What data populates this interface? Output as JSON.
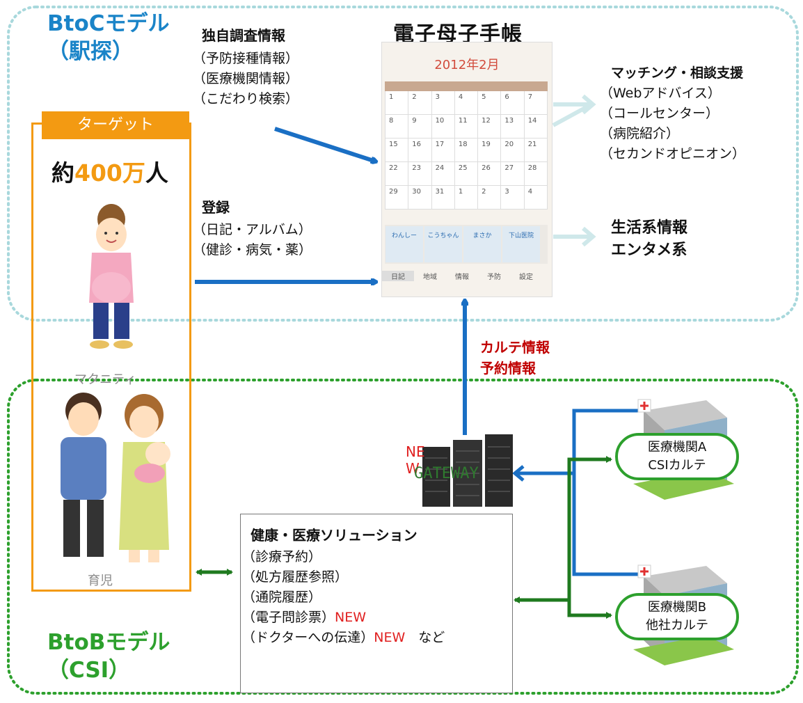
{
  "btoc": {
    "title_line1": "BtoCモデル",
    "title_line2": "（駅探）"
  },
  "btob": {
    "title_line1": "BtoBモデル",
    "title_line2": "（CSI）"
  },
  "target": {
    "tag": "ターゲット",
    "count_prefix": "約",
    "count_number": "400万",
    "count_suffix": "人",
    "maternity_caption": "マタニティ",
    "childcare_caption": "育児"
  },
  "survey": {
    "title": "独自調査情報",
    "items": [
      "（予防接種情報）",
      "（医療機関情報）",
      "（こだわり検索）"
    ]
  },
  "register": {
    "title": "登録",
    "items": [
      "（日記・アルバム）",
      "（健診・病気・薬）"
    ]
  },
  "phone": {
    "title": "電子母子手帳",
    "month": "2012年2月",
    "calendar_rows": [
      [
        "1",
        "2",
        "3",
        "4",
        "5",
        "6",
        "7"
      ],
      [
        "8",
        "9",
        "10",
        "11",
        "12",
        "13",
        "14"
      ],
      [
        "15",
        "16",
        "17",
        "18",
        "19",
        "20",
        "21"
      ],
      [
        "22",
        "23",
        "24",
        "25",
        "26",
        "27",
        "28"
      ],
      [
        "29",
        "30",
        "31",
        "1",
        "2",
        "3",
        "4"
      ]
    ],
    "tabs": [
      "わんしー",
      "こうちゃん",
      "まさか",
      "下山医院"
    ],
    "nav": [
      "日記",
      "地域",
      "情報",
      "予防",
      "設定"
    ]
  },
  "matching": {
    "title": "マッチング・相談支援",
    "items": [
      "（Webアドバイス）",
      "（コールセンター）",
      "（病院紹介）",
      "（セカンドオピニオン）"
    ]
  },
  "lifestyle": {
    "line1": "生活系情報",
    "line2": "エンタメ系"
  },
  "karte": {
    "line1": "カルテ情報",
    "line2": "予約情報"
  },
  "gateway": {
    "label": "GATEWAY",
    "new_line1": "NE",
    "new_line2": "W"
  },
  "solution": {
    "title": "健康・医療ソリューション",
    "items": [
      "（診療予約）",
      "（処方履歴参照）",
      "（通院履歴）"
    ],
    "item_new1": "（電子問診票）",
    "new_label": "NEW",
    "item_new2": "（ドクターへの伝達）",
    "trailing": "など"
  },
  "hospitals": [
    {
      "name": "医療機関A",
      "system": "CSIカルテ"
    },
    {
      "name": "医療機関B",
      "system": "他社カルテ"
    }
  ],
  "colors": {
    "blue": "#1a84c8",
    "green": "#2da02d",
    "orange": "#f39a12",
    "red": "#c00000",
    "arrow_light": "#cfe8ea"
  }
}
